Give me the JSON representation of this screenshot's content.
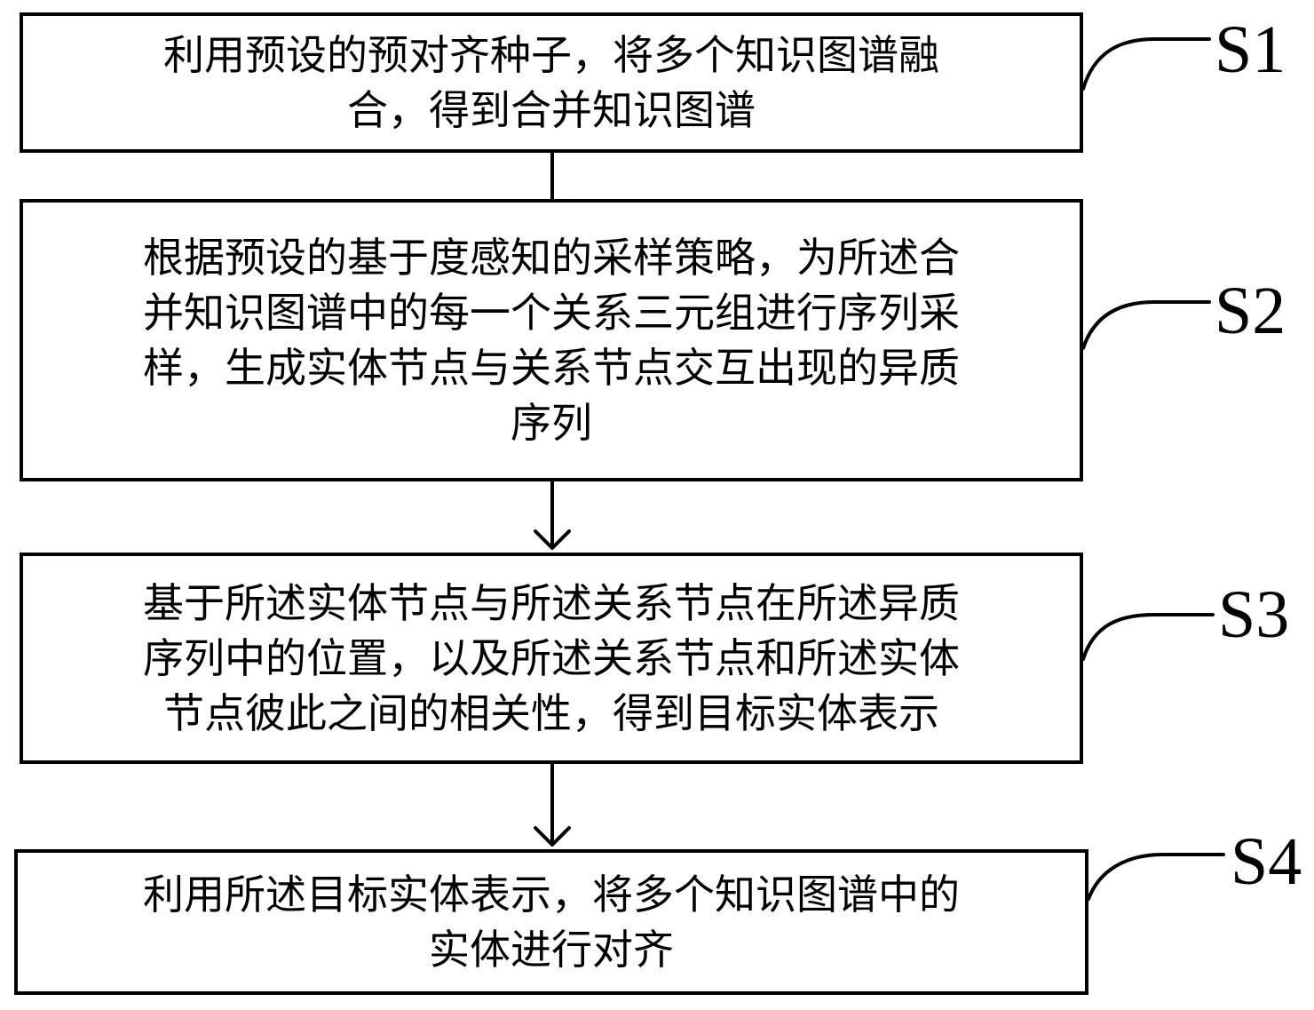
{
  "steps": [
    {
      "label": "S1",
      "lines": [
        "利用预设的预对齐种子，将多个知识图谱融",
        "合，得到合并知识图谱"
      ]
    },
    {
      "label": "S2",
      "lines": [
        "根据预设的基于度感知的采样策略，为所述合",
        "并知识图谱中的每一个关系三元组进行序列采",
        "样，生成实体节点与关系节点交互出现的异质",
        "序列"
      ]
    },
    {
      "label": "S3",
      "lines": [
        "基于所述实体节点与所述关系节点在所述异质",
        "序列中的位置，以及所述关系节点和所述实体",
        "节点彼此之间的相关性，得到目标实体表示"
      ]
    },
    {
      "label": "S4",
      "lines": [
        "利用所述目标实体表示，将多个知识图谱中的",
        "实体进行对齐"
      ]
    }
  ]
}
